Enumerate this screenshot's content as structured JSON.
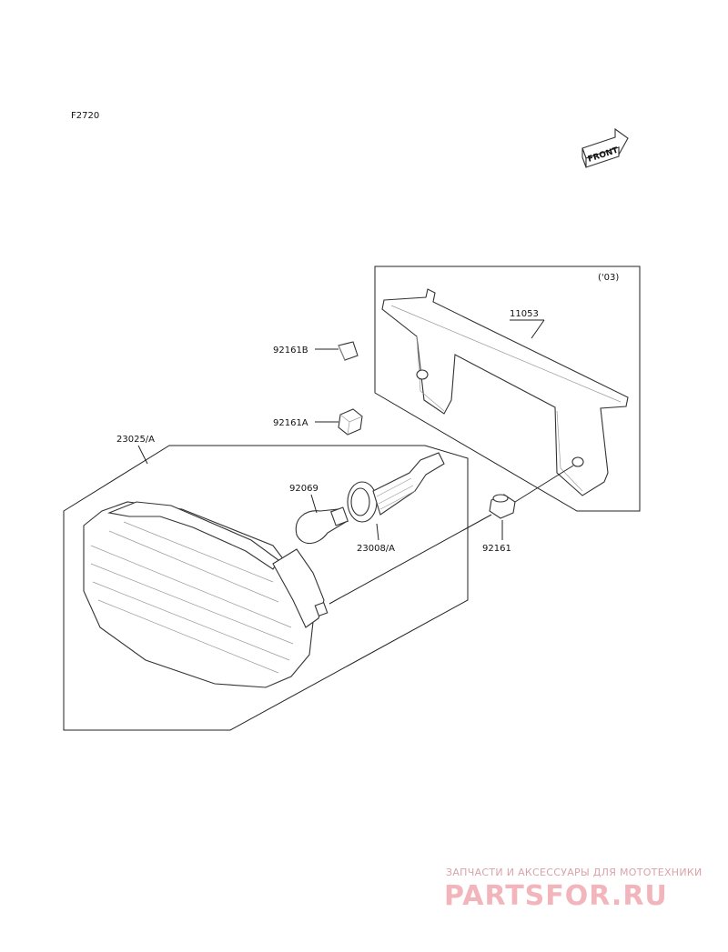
{
  "figure_code": "F2720",
  "front_arrow_label": "FRONT",
  "variant_note": "('03)",
  "part_numbers": {
    "bracket": "11053",
    "bolt_b": "92161B",
    "bolt_a": "92161A",
    "taillight_assembly": "23025/A",
    "bulb": "92069",
    "socket": "23008/A",
    "grommet": "92161"
  },
  "watermark": {
    "tagline": "ЗАПЧАСТИ И АКСЕССУАРЫ ДЛЯ МОТОТЕХНИКИ",
    "logo": "PARTSFOR.RU"
  }
}
